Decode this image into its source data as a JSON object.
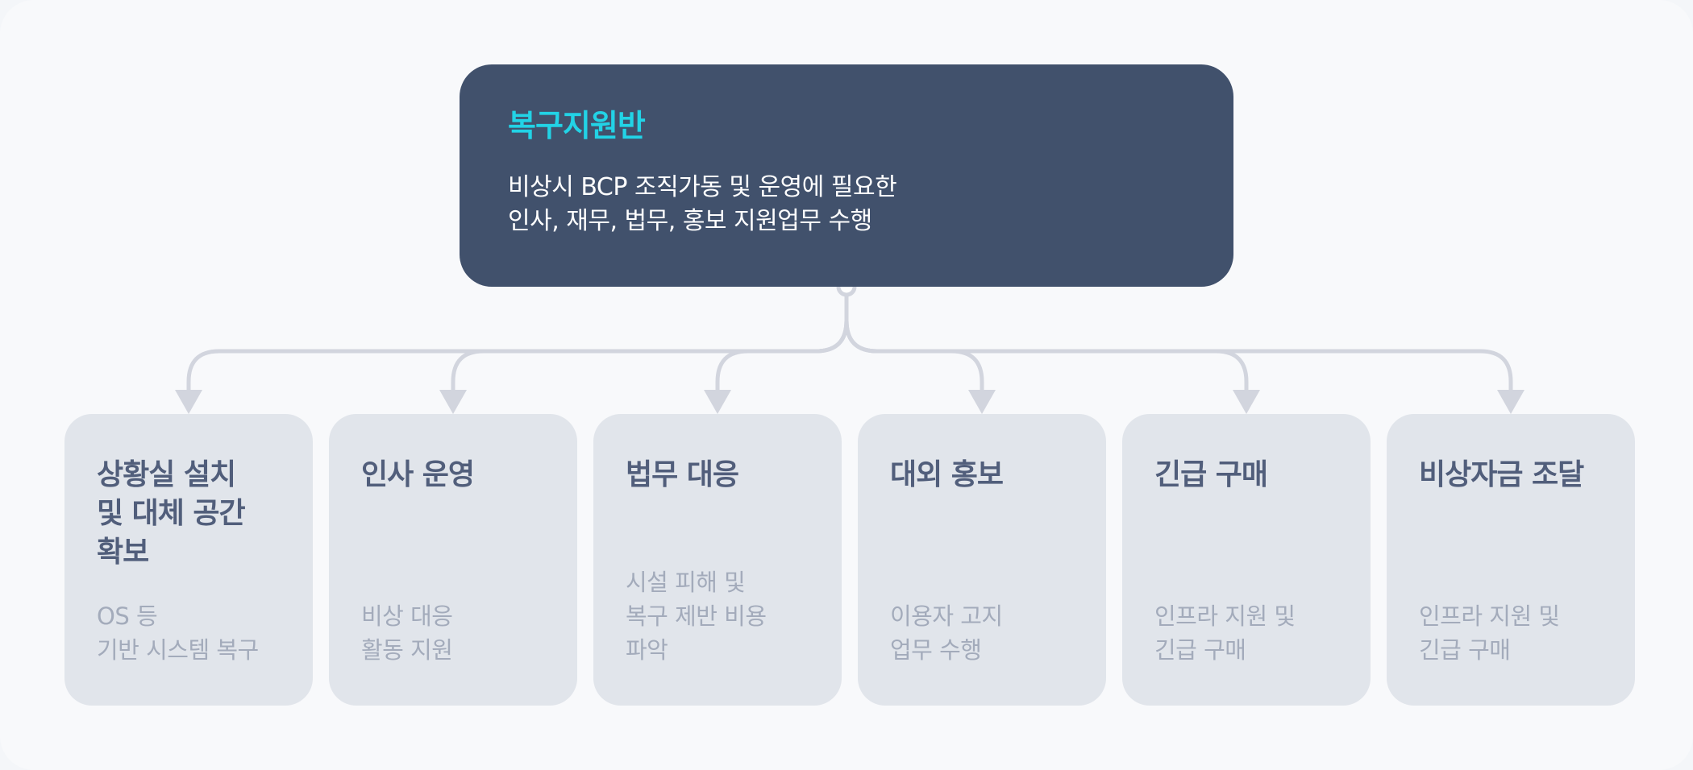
{
  "root": {
    "title": "복구지원반",
    "description_lines": [
      "비상시 BCP 조직가동 및 운영에 필요한",
      "인사, 재무, 법무, 홍보 지원업무 수행"
    ]
  },
  "colors": {
    "root_background": "#41516c",
    "root_title": "#22d3e6",
    "card_background": "#e1e5eb",
    "card_title": "#515e7b",
    "card_description": "#a3abbb",
    "connector": "#d2d5de"
  },
  "children": [
    {
      "title_lines": [
        "상황실 설치",
        "및 대체 공간",
        "확보"
      ],
      "desc_lines": [
        "OS 등",
        "기반 시스템 복구"
      ]
    },
    {
      "title_lines": [
        "인사 운영"
      ],
      "desc_lines": [
        "비상 대응",
        "활동 지원"
      ]
    },
    {
      "title_lines": [
        "법무 대응"
      ],
      "desc_lines": [
        "시설 피해 및",
        "복구 제반 비용",
        "파악"
      ]
    },
    {
      "title_lines": [
        "대외 홍보"
      ],
      "desc_lines": [
        "이용자 고지",
        "업무 수행"
      ]
    },
    {
      "title_lines": [
        "긴급 구매"
      ],
      "desc_lines": [
        "인프라 지원 및",
        "긴급 구매"
      ]
    },
    {
      "title_lines": [
        "비상자금 조달"
      ],
      "desc_lines": [
        "인프라 지원 및",
        "긴급 구매"
      ]
    }
  ]
}
